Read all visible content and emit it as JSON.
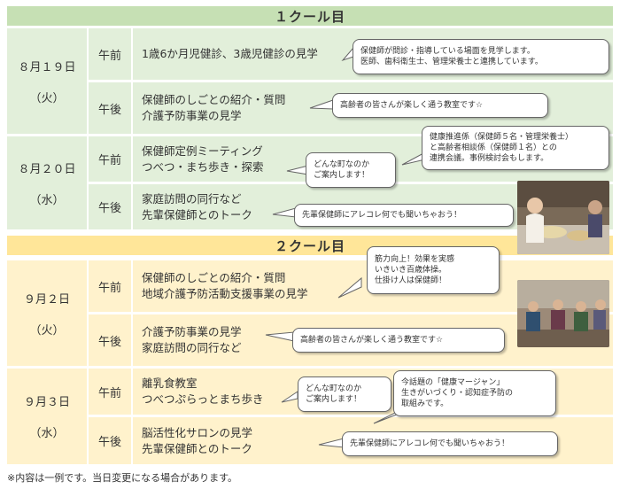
{
  "colors": {
    "green_header": "#c6e0b4",
    "green_bg": "#e2efda",
    "yellow_header": "#ffe699",
    "yellow_bg": "#fff2cc",
    "border": "#ffffff"
  },
  "cool1": {
    "title": "１クール目",
    "days": [
      {
        "date": "８月１９日",
        "weekday": "（火）",
        "am": {
          "label": "午前",
          "lines": [
            "1歳6か月児健診、3歳児健診の見学"
          ]
        },
        "pm": {
          "label": "午後",
          "lines": [
            "保健師のしごとの紹介・質問",
            "介護予防事業の見学"
          ]
        }
      },
      {
        "date": "８月２０日",
        "weekday": "（水）",
        "am": {
          "label": "午前",
          "lines": [
            "保健師定例ミーティング",
            "つべつ・まち歩き・探索"
          ]
        },
        "pm": {
          "label": "午後",
          "lines": [
            "家庭訪問の同行など",
            "先輩保健師とのトーク"
          ]
        }
      }
    ]
  },
  "cool2": {
    "title": "２クール目",
    "days": [
      {
        "date": "９月２日",
        "weekday": "（火）",
        "am": {
          "label": "午前",
          "lines": [
            "保健師のしごとの紹介・質問",
            "地域介護予防活動支援事業の見学"
          ]
        },
        "pm": {
          "label": "午後",
          "lines": [
            "介護予防事業の見学",
            "家庭訪問の同行など"
          ]
        }
      },
      {
        "date": "９月３日",
        "weekday": "（水）",
        "am": {
          "label": "午前",
          "lines": [
            "離乳食教室",
            "つべつぷらっとまち歩き"
          ]
        },
        "pm": {
          "label": "午後",
          "lines": [
            "脳活性化サロンの見学",
            "先輩保健師とのトーク"
          ]
        }
      }
    ]
  },
  "bubbles": {
    "b1": [
      "保健師が問診・指導している場面を見学します。",
      "医師、歯科衛生士、管理栄養士と連携しています。"
    ],
    "b2": [
      "高齢者の皆さんが楽しく通う教室です☆"
    ],
    "b3": [
      "健康推進係（保健師５名・管理栄養士）",
      "と高齢者相談係（保健師１名）との",
      "連携会議。事例検討会もします。"
    ],
    "b4": [
      "どんな町なのか",
      "ご案内します！"
    ],
    "b5": [
      "先輩保健師にアレコレ何でも聞いちゃおう！"
    ],
    "b6": [
      "筋力向上！効果を実感",
      "いきいき百歳体操。",
      "仕掛け人は保健師！"
    ],
    "b7": [
      "高齢者の皆さんが楽しく通う教室です☆"
    ],
    "b8": [
      "どんな町なのか",
      "ご案内します！"
    ],
    "b9": [
      "今話題の「健康マージャン」",
      "生きがいづくり・認知症予防の",
      "取組みです。"
    ],
    "b10": [
      "先輩保健師にアレコレ何でも聞いちゃおう！"
    ]
  },
  "footnote": "※内容は一例です。当日変更になる場合があります。"
}
